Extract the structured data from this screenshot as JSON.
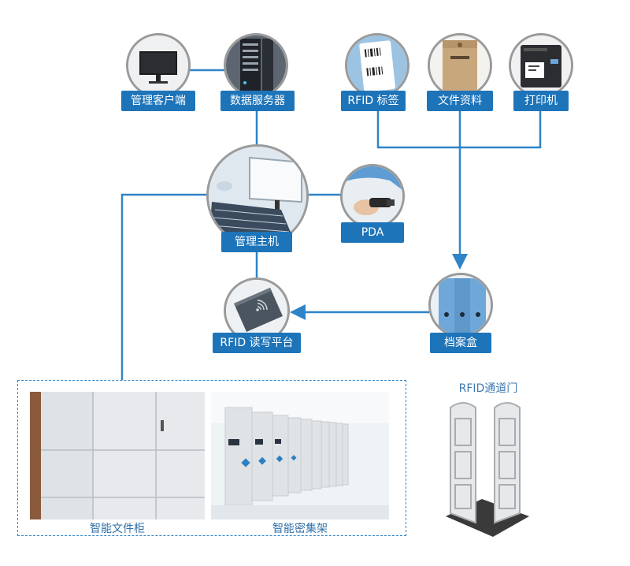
{
  "nodes": {
    "mgmt_client": "管理客户端",
    "data_server": "数据服务器",
    "rfid_tag": "RFID 标签",
    "file_docs": "文件资料",
    "printer": "打印机",
    "mgmt_host": "管理主机",
    "pda": "PDA",
    "rfid_platform": "RFID 读写平台",
    "archive_box": "档案盒"
  },
  "bottom": {
    "smart_cabinet": "智能文件柜",
    "smart_shelf": "智能密集架",
    "gate_title": "RFID通道门"
  },
  "colors": {
    "accent": "#1e74b9",
    "line": "#2f84c7",
    "circle_border": "#9a9a9a"
  }
}
